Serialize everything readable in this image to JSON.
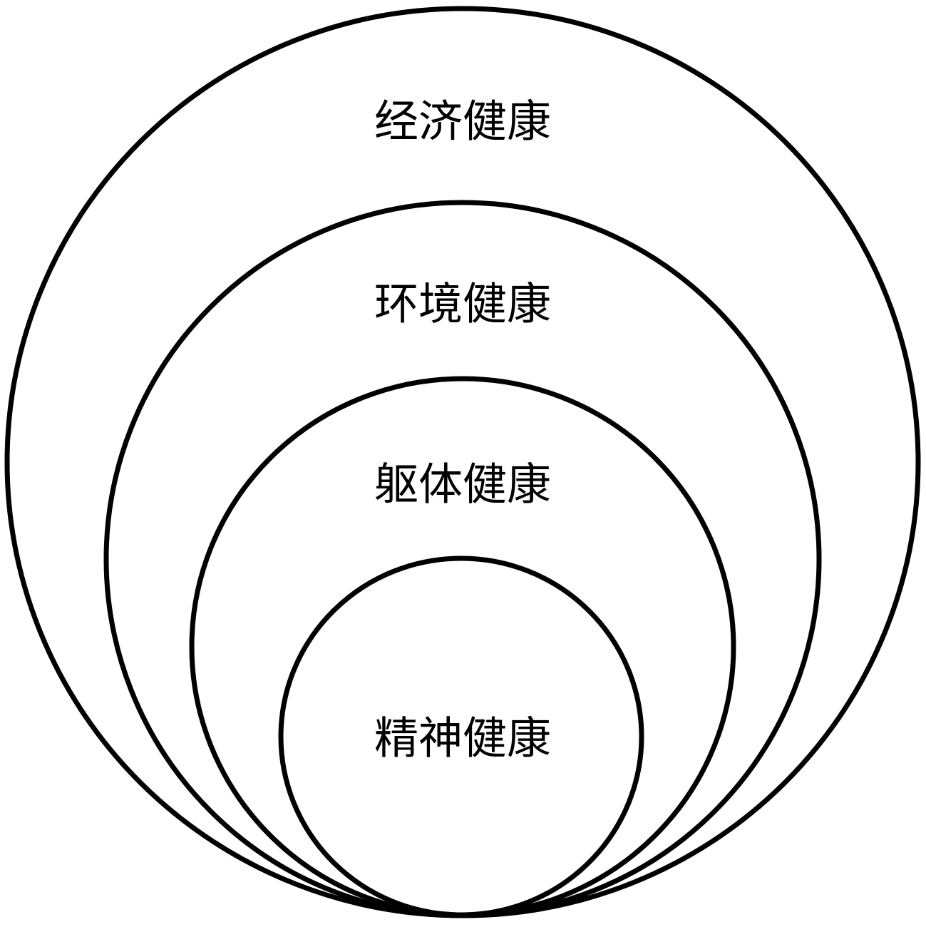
{
  "diagram": {
    "rings": [
      {
        "label": "经济健康"
      },
      {
        "label": "环境健康"
      },
      {
        "label": "躯体健康"
      },
      {
        "label": "精神健康"
      }
    ]
  }
}
